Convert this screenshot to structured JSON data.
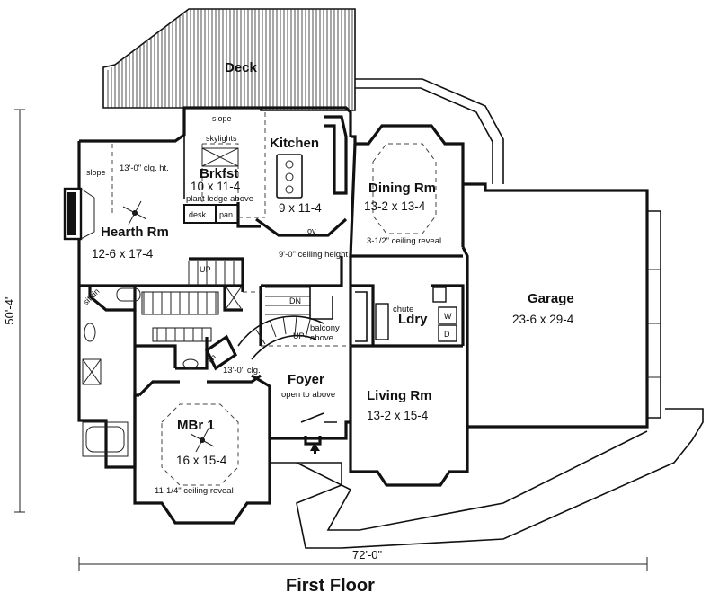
{
  "plan": {
    "title": "First Floor",
    "overall_width": "72'-0\"",
    "overall_depth": "50'-4\""
  },
  "rooms": {
    "deck": {
      "name": "Deck"
    },
    "kitchen": {
      "name": "Kitchen",
      "size": "9 x 11-4",
      "ceiling": "9'-0\" ceiling height",
      "oven": "ov"
    },
    "breakfast": {
      "name": "Brkfst",
      "size": "10 x 11-4",
      "slope": "slope",
      "skylights": "skylights",
      "ledge": "plant ledge above",
      "desk": "desk",
      "pantry": "pan"
    },
    "hearth": {
      "name": "Hearth Rm",
      "size": "12-6 x 17-4",
      "slope": "slope",
      "ceiling": "13'-0\" clg. ht."
    },
    "dining": {
      "name": "Dining Rm",
      "size": "13-2 x 13-4",
      "reveal": "3-1/2\" ceiling reveal"
    },
    "garage": {
      "name": "Garage",
      "size": "23-6 x 29-4"
    },
    "laundry": {
      "name": "Ldry",
      "chute": "chute",
      "washer": "W",
      "dryer": "D"
    },
    "foyer": {
      "name": "Foyer",
      "note": "open to above",
      "balcony": "balcony above",
      "ceiling": "13'-0\" clg."
    },
    "living": {
      "name": "Living Rm",
      "size": "13-2 x 15-4"
    },
    "master": {
      "name": "MBr 1",
      "size": "16 x 15-4",
      "reveal": "11-1/4\" ceiling reveal",
      "seat": "sit dn",
      "linen": "lin."
    },
    "stairs": {
      "up_main": "UP",
      "down": "DN",
      "up_curved": "UP"
    }
  }
}
